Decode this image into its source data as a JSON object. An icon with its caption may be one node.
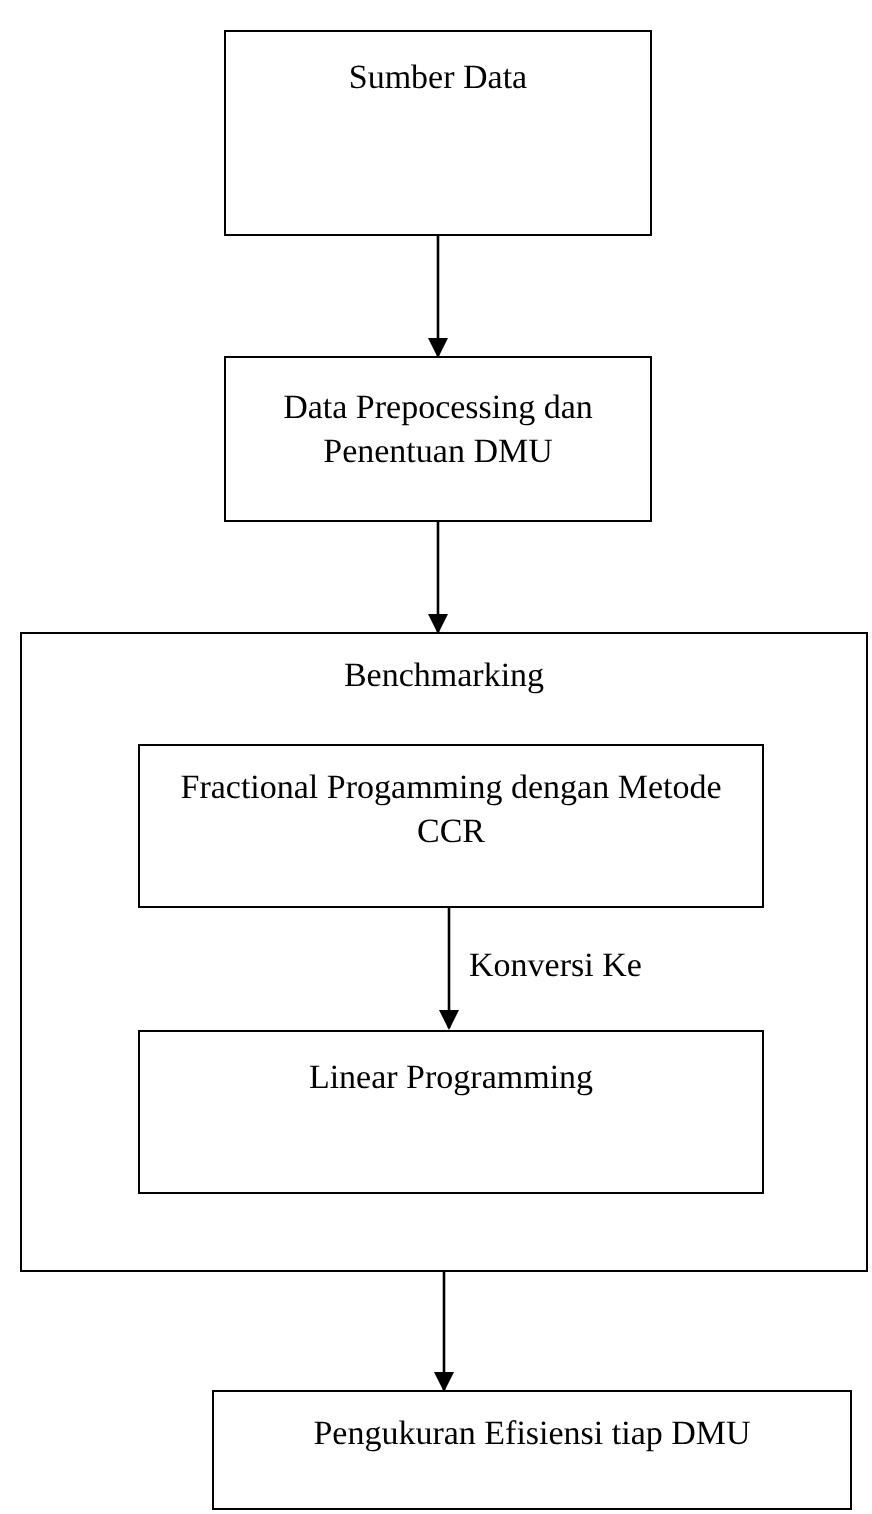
{
  "diagram": {
    "nodes": [
      {
        "text": [
          "Sumber Data"
        ]
      },
      {
        "text": [
          "Data Prepocessing dan Penentuan DMU"
        ]
      },
      {
        "text": [
          "Benchmarking"
        ]
      },
      {
        "text": [
          "Fractional Progamming dengan Metode CCR"
        ],
        "in": 2
      },
      {
        "text": [
          "Linear Programming"
        ],
        "in": 2
      },
      {
        "text": [
          "Pengukuran Efisiensi tiap DMU"
        ]
      }
    ],
    "edges": [
      {
        "from": 0,
        "to": 1,
        "arrow": "to"
      },
      {
        "from": 1,
        "to": 2,
        "arrow": "to"
      },
      {
        "from": 3,
        "to": 4,
        "arrow": "to",
        "label": "Konversi Ke"
      },
      {
        "from": 2,
        "to": 5,
        "arrow": "to"
      }
    ]
  }
}
